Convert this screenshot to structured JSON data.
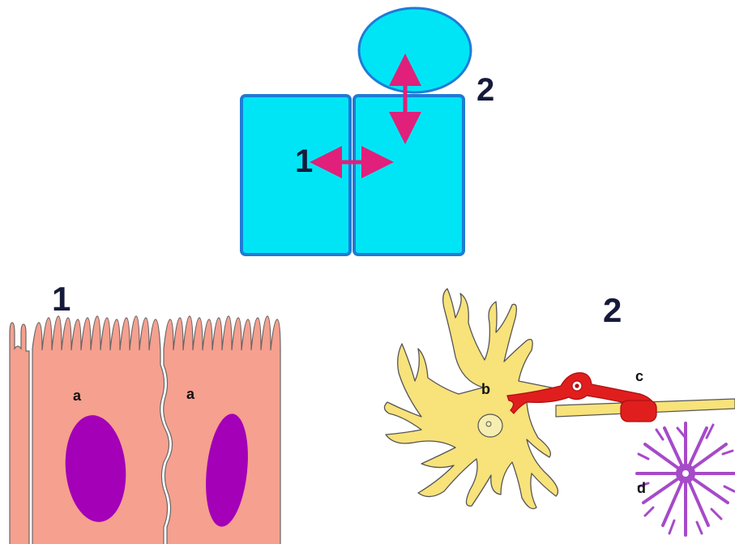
{
  "top_diagram": {
    "label_contact": "1",
    "label_secretion": "2"
  },
  "epithelium_panel": {
    "number": "1",
    "cell_labels": [
      "a",
      "a"
    ]
  },
  "neuron_panel": {
    "number": "2",
    "labels": {
      "b": "b",
      "c": "c",
      "d": "d"
    }
  },
  "colors": {
    "cell_fill": "#00e5f5",
    "cell_stroke": "#1f7bd6",
    "arrow": "#e0207a",
    "epithelium": "#f6a08f",
    "nucleus": "#a300b8",
    "neuron": "#f8e27a",
    "synapse_neuron": "#e01e1e",
    "astrocyte": "#a64ac9"
  }
}
